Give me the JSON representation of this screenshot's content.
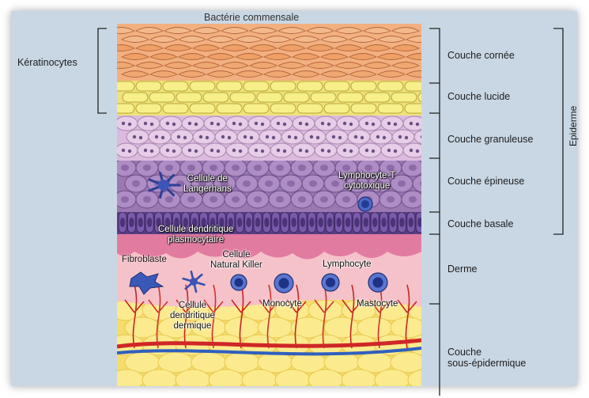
{
  "top_label": "Bactérie commensale",
  "left_label": "Kératinocytes",
  "layers": [
    {
      "id": "cornee",
      "label": "Couche cornée"
    },
    {
      "id": "lucide",
      "label": "Couche lucide"
    },
    {
      "id": "granuleuse",
      "label": "Couche granuleuse"
    },
    {
      "id": "epineuse",
      "label": "Couche épineuse"
    },
    {
      "id": "basale",
      "label": "Couche basale"
    },
    {
      "id": "derme",
      "label": "Derme"
    },
    {
      "id": "sous",
      "label": "Couche\nsous-épidermique"
    }
  ],
  "group_label": "Epiderme",
  "cells": {
    "langerhans": "Cellule de\nLangerhans",
    "lymphocyte_t": "Lymphocyte-T\ncytotoxique",
    "plasmacytoid": "Cellule dendritique\nplasmocytaire",
    "fibroblast": "Fibroblaste",
    "nk": "Cellule\nNatural Killer",
    "lymphocyte": "Lymphocyte",
    "dermal_dc": "Cellule\ndendritique\ndermique",
    "monocyte": "Monocyte",
    "mastocyte": "Mastocyte"
  },
  "colors": {
    "background": "#c9d7e4",
    "cornee": "#f0a66e",
    "lucide": "#f2ec86",
    "granuleuse": "#e4c6e4",
    "epineuse": "#a582b9",
    "basale": "#6e4f98",
    "derme": "#f7b9c3",
    "derme_top": "#e0729a",
    "fat": "#fbe985",
    "vessel_red": "#d02a2a",
    "vessel_blue": "#2f5fbf"
  }
}
